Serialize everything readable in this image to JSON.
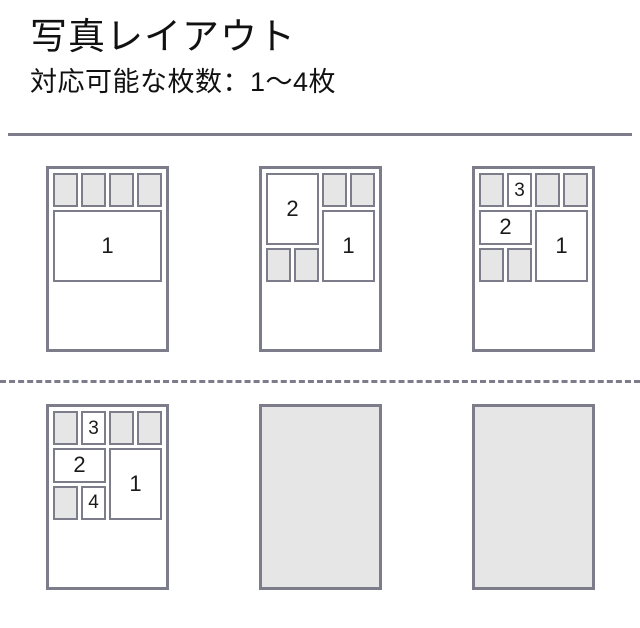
{
  "header": {
    "title": "写真レイアウト",
    "subtitle": "対応可能な枚数：1〜4枚"
  },
  "colors": {
    "border": "#7c7c8a",
    "empty_slot_fill": "#e6e6e6",
    "photo_slot_fill": "#ffffff",
    "text": "#111111"
  },
  "layouts": [
    {
      "name": "layout-1-photo",
      "empty": false,
      "photo_count": 1,
      "slots": [
        {
          "label": "",
          "type": "empty",
          "col": 1,
          "row": 1,
          "colspan": 1,
          "rowspan": 1
        },
        {
          "label": "",
          "type": "empty",
          "col": 2,
          "row": 1,
          "colspan": 1,
          "rowspan": 1
        },
        {
          "label": "",
          "type": "empty",
          "col": 3,
          "row": 1,
          "colspan": 1,
          "rowspan": 1
        },
        {
          "label": "",
          "type": "empty",
          "col": 4,
          "row": 1,
          "colspan": 1,
          "rowspan": 1
        },
        {
          "label": "1",
          "type": "photo",
          "col": 1,
          "row": 2,
          "colspan": 4,
          "rowspan": 2
        }
      ]
    },
    {
      "name": "layout-2-photos",
      "empty": false,
      "photo_count": 2,
      "slots": [
        {
          "label": "2",
          "type": "photo",
          "col": 1,
          "row": 1,
          "colspan": 2,
          "rowspan": 2
        },
        {
          "label": "",
          "type": "empty",
          "col": 3,
          "row": 1,
          "colspan": 1,
          "rowspan": 1
        },
        {
          "label": "",
          "type": "empty",
          "col": 4,
          "row": 1,
          "colspan": 1,
          "rowspan": 1
        },
        {
          "label": "1",
          "type": "photo",
          "col": 3,
          "row": 2,
          "colspan": 2,
          "rowspan": 2
        },
        {
          "label": "",
          "type": "empty",
          "col": 1,
          "row": 3,
          "colspan": 1,
          "rowspan": 1
        },
        {
          "label": "",
          "type": "empty",
          "col": 2,
          "row": 3,
          "colspan": 1,
          "rowspan": 1
        }
      ]
    },
    {
      "name": "layout-3-photos",
      "empty": false,
      "photo_count": 3,
      "slots": [
        {
          "label": "",
          "type": "empty",
          "col": 1,
          "row": 1,
          "colspan": 1,
          "rowspan": 1
        },
        {
          "label": "3",
          "type": "photo",
          "col": 2,
          "row": 1,
          "colspan": 1,
          "rowspan": 1
        },
        {
          "label": "",
          "type": "empty",
          "col": 3,
          "row": 1,
          "colspan": 1,
          "rowspan": 1
        },
        {
          "label": "",
          "type": "empty",
          "col": 4,
          "row": 1,
          "colspan": 1,
          "rowspan": 1
        },
        {
          "label": "2",
          "type": "photo",
          "col": 1,
          "row": 2,
          "colspan": 2,
          "rowspan": 1
        },
        {
          "label": "1",
          "type": "photo",
          "col": 3,
          "row": 2,
          "colspan": 2,
          "rowspan": 2
        },
        {
          "label": "",
          "type": "empty",
          "col": 1,
          "row": 3,
          "colspan": 1,
          "rowspan": 1
        },
        {
          "label": "",
          "type": "empty",
          "col": 2,
          "row": 3,
          "colspan": 1,
          "rowspan": 1
        }
      ]
    },
    {
      "name": "layout-4-photos",
      "empty": false,
      "photo_count": 4,
      "slots": [
        {
          "label": "",
          "type": "empty",
          "col": 1,
          "row": 1,
          "colspan": 1,
          "rowspan": 1
        },
        {
          "label": "3",
          "type": "photo",
          "col": 2,
          "row": 1,
          "colspan": 1,
          "rowspan": 1
        },
        {
          "label": "",
          "type": "empty",
          "col": 3,
          "row": 1,
          "colspan": 1,
          "rowspan": 1
        },
        {
          "label": "",
          "type": "empty",
          "col": 4,
          "row": 1,
          "colspan": 1,
          "rowspan": 1
        },
        {
          "label": "2",
          "type": "photo",
          "col": 1,
          "row": 2,
          "colspan": 2,
          "rowspan": 1
        },
        {
          "label": "1",
          "type": "photo",
          "col": 3,
          "row": 2,
          "colspan": 2,
          "rowspan": 2
        },
        {
          "label": "",
          "type": "empty",
          "col": 1,
          "row": 3,
          "colspan": 1,
          "rowspan": 1
        },
        {
          "label": "4",
          "type": "photo",
          "col": 2,
          "row": 3,
          "colspan": 1,
          "rowspan": 1
        }
      ]
    },
    {
      "name": "layout-placeholder-5",
      "empty": true,
      "photo_count": 0,
      "slots": []
    },
    {
      "name": "layout-placeholder-6",
      "empty": true,
      "photo_count": 0,
      "slots": []
    }
  ]
}
